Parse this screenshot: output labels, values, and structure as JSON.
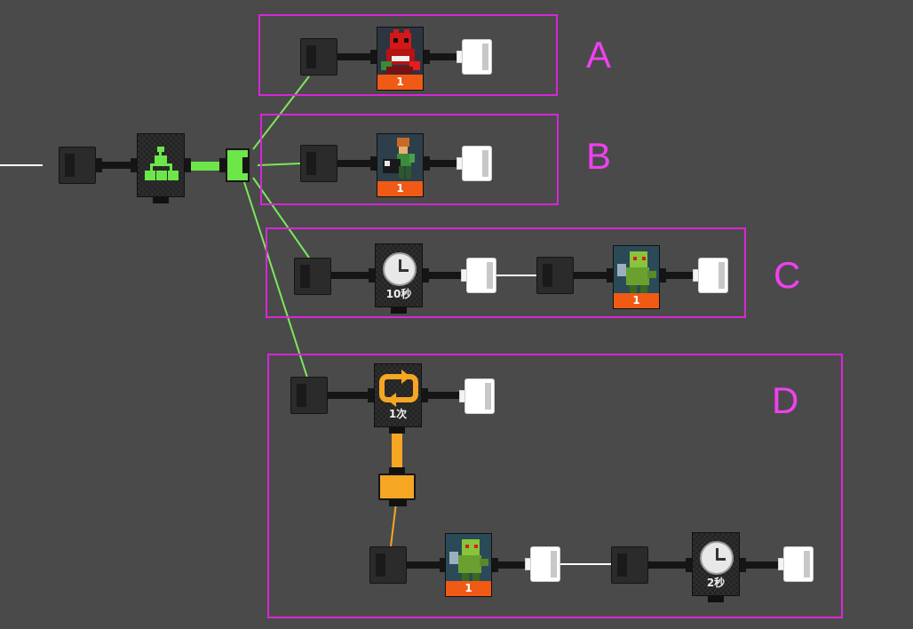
{
  "groups": [
    {
      "id": "A",
      "label": "A"
    },
    {
      "id": "B",
      "label": "B"
    },
    {
      "id": "C",
      "label": "C"
    },
    {
      "id": "D",
      "label": "D"
    }
  ],
  "colors": {
    "background": "#4a4a4a",
    "group_border": "#d826d8",
    "group_label": "#f040f0",
    "green_wire": "#7de85a",
    "orange_wire": "#f5a623",
    "count_bar": "#f05a14"
  },
  "nodes": {
    "a_red_monster": {
      "icon": "red-dragon-monster-icon",
      "count": "1"
    },
    "b_soldier": {
      "icon": "soldier-on-cannon-icon",
      "count": "1"
    },
    "c_timer": {
      "icon": "clock-icon",
      "caption": "10秒"
    },
    "c_zombie": {
      "icon": "green-zombie-icon",
      "count": "1"
    },
    "d_repeat": {
      "icon": "repeat-arrows-icon",
      "caption": "1次"
    },
    "d_zombie": {
      "icon": "green-zombie-icon",
      "count": "1"
    },
    "d_timer": {
      "icon": "clock-icon",
      "caption": "2秒"
    },
    "splitter": {
      "icon": "branch-tree-icon"
    }
  }
}
